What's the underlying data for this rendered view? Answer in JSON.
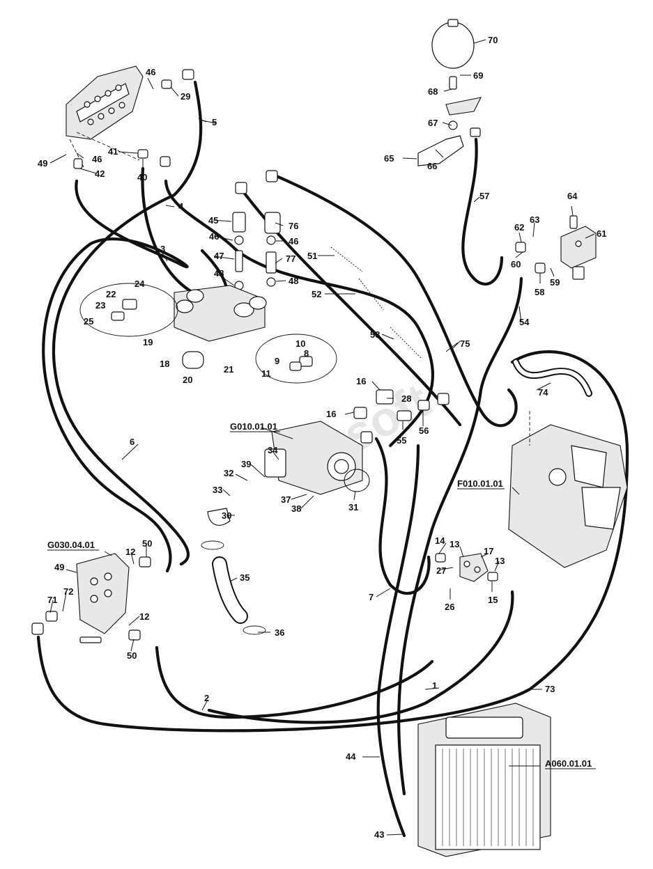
{
  "watermark": "tosoft",
  "part_labels": [
    "1",
    "2",
    "3",
    "4",
    "5",
    "6",
    "7",
    "8",
    "9",
    "10",
    "11",
    "12",
    "12",
    "13",
    "13",
    "14",
    "15",
    "16",
    "16",
    "17",
    "18",
    "19",
    "20",
    "21",
    "22",
    "23",
    "24",
    "25",
    "26",
    "27",
    "28",
    "29",
    "30",
    "31",
    "32",
    "33",
    "34",
    "35",
    "36",
    "37",
    "38",
    "39",
    "40",
    "41",
    "42",
    "43",
    "44",
    "45",
    "46",
    "46",
    "46",
    "46",
    "47",
    "48",
    "48",
    "49",
    "49",
    "50",
    "50",
    "51",
    "52",
    "53",
    "54",
    "55",
    "56",
    "57",
    "58",
    "59",
    "60",
    "61",
    "62",
    "63",
    "64",
    "65",
    "66",
    "67",
    "68",
    "69",
    "70",
    "71",
    "72",
    "73",
    "74",
    "75",
    "76",
    "77"
  ],
  "assembly_refs": [
    "G010.01.01",
    "G030.04.01",
    "F010.01.01",
    "A060.01.01"
  ]
}
